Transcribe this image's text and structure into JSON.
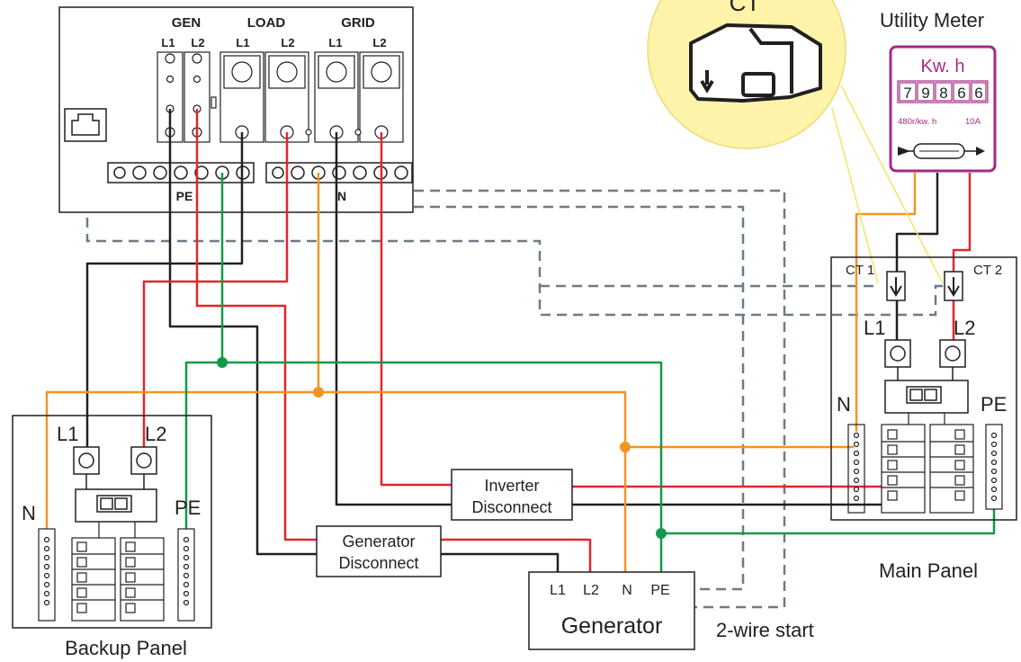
{
  "colors": {
    "black_wire": "#231f20",
    "red_wire": "#e1262d",
    "orange_wire": "#f29423",
    "green_wire": "#129a48",
    "dashed_comm": "#6d7b87",
    "meter_frame": "#a32a84",
    "ct_bubble": "#fdf3a9",
    "ct_lead": "#f2e660"
  },
  "inverter": {
    "gen_label": "GEN",
    "load_label": "LOAD",
    "grid_label": "GRID",
    "terminal_l1": "L1",
    "terminal_l2": "L2",
    "pe_label": "PE",
    "n_label": "N"
  },
  "ct_bubble": {
    "label": "CT"
  },
  "utility_meter": {
    "title": "Utility Meter",
    "unit": "Kw. h",
    "digits": [
      "7",
      "9",
      "8",
      "6",
      "6"
    ],
    "rating_left": "480r/kw. h",
    "rating_right": "10A"
  },
  "main_panel": {
    "title": "Main Panel",
    "ct1": "CT 1",
    "ct2": "CT 2",
    "l1": "L1",
    "l2": "L2",
    "n": "N",
    "pe": "PE"
  },
  "backup_panel": {
    "title": "Backup Panel",
    "l1": "L1",
    "l2": "L2",
    "n": "N",
    "pe": "PE"
  },
  "inverter_disconnect": {
    "line1": "Inverter",
    "line2": "Disconnect"
  },
  "generator_disconnect": {
    "line1": "Generator",
    "line2": "Disconnect"
  },
  "generator": {
    "title": "Generator",
    "l1": "L1",
    "l2": "L2",
    "n": "N",
    "pe": "PE",
    "start_mode": "2-wire start"
  }
}
